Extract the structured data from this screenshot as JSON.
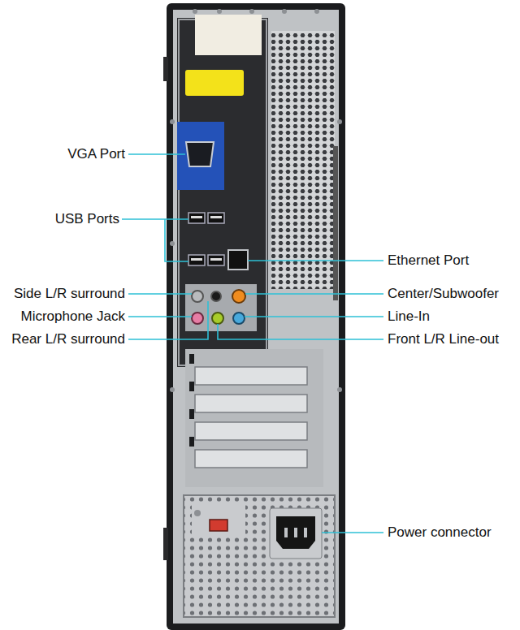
{
  "diagram": {
    "labels": [
      "VGA Port",
      "USB Ports",
      "Ethernet Port",
      "Side L/R surround",
      "Center/Subwoofer",
      "Microphone Jack",
      "Line-In",
      "Rear L/R surround",
      "Front L/R Line-out",
      "Power connector"
    ]
  }
}
